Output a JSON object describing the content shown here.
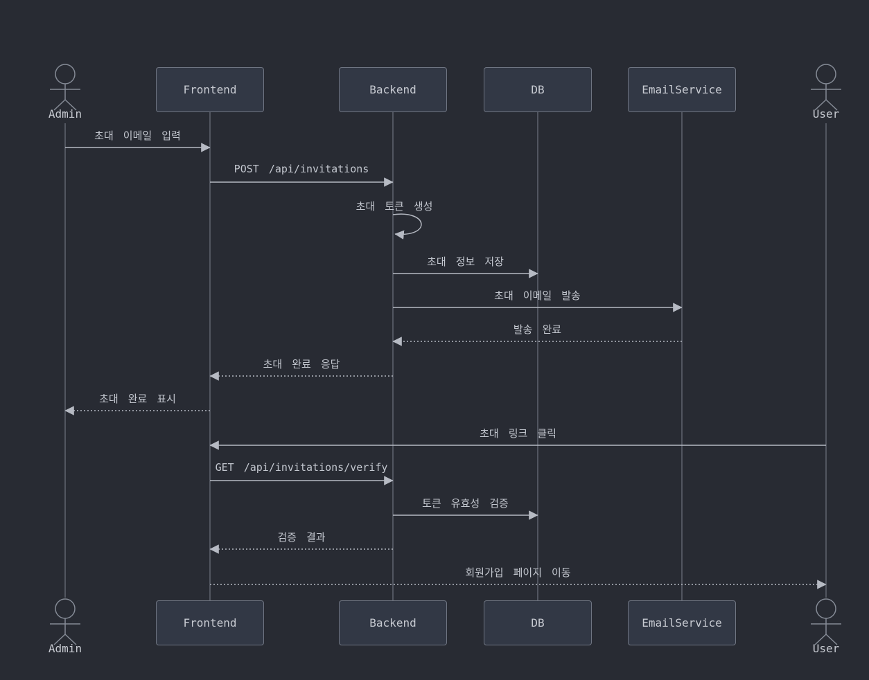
{
  "diagram": {
    "type": "sequence-diagram",
    "theme": "dark",
    "participants": [
      {
        "id": "admin",
        "label": "Admin",
        "kind": "actor"
      },
      {
        "id": "frontend",
        "label": "Frontend",
        "kind": "box"
      },
      {
        "id": "backend",
        "label": "Backend",
        "kind": "box"
      },
      {
        "id": "db",
        "label": "DB",
        "kind": "box"
      },
      {
        "id": "emailservice",
        "label": "EmailService",
        "kind": "box"
      },
      {
        "id": "user",
        "label": "User",
        "kind": "actor"
      }
    ],
    "messages": [
      {
        "from": "admin",
        "to": "frontend",
        "label": "초대 이메일 입력",
        "line": "solid"
      },
      {
        "from": "frontend",
        "to": "backend",
        "label": "POST /api/invitations",
        "line": "solid"
      },
      {
        "from": "backend",
        "to": "backend",
        "label": "초대 토큰 생성",
        "line": "self"
      },
      {
        "from": "backend",
        "to": "db",
        "label": "초대 정보 저장",
        "line": "solid"
      },
      {
        "from": "backend",
        "to": "emailservice",
        "label": "초대 이메일 발송",
        "line": "solid"
      },
      {
        "from": "emailservice",
        "to": "backend",
        "label": "발송 완료",
        "line": "dotted"
      },
      {
        "from": "backend",
        "to": "frontend",
        "label": "초대 완료 응답",
        "line": "dotted"
      },
      {
        "from": "frontend",
        "to": "admin",
        "label": "초대 완료 표시",
        "line": "dotted"
      },
      {
        "from": "user",
        "to": "frontend",
        "label": "초대 링크 클릭",
        "line": "solid"
      },
      {
        "from": "frontend",
        "to": "backend",
        "label": "GET /api/invitations/verify",
        "line": "solid"
      },
      {
        "from": "backend",
        "to": "db",
        "label": "토큰 유효성 검증",
        "line": "solid"
      },
      {
        "from": "backend",
        "to": "frontend",
        "label": "검증 결과",
        "line": "dotted"
      },
      {
        "from": "frontend",
        "to": "user",
        "label": "회원가입 페이지 이동",
        "line": "dotted"
      }
    ],
    "colors": {
      "background": "#282b33",
      "box_fill": "#323845",
      "box_border": "#6f7582",
      "lifeline": "#7d828e",
      "arrow": "#b6bac3",
      "text": "#c3c7cf",
      "actor_stroke": "#858b96"
    }
  }
}
